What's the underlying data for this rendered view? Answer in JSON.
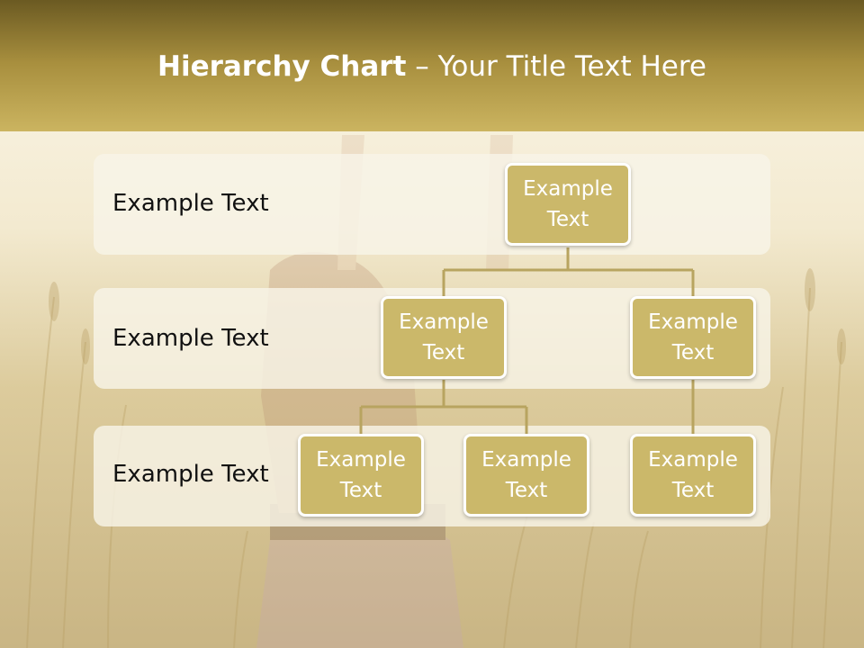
{
  "title": {
    "bold": "Hierarchy Chart",
    "rest": " – Your Title Text Here"
  },
  "colors": {
    "header_dark": "#6b5a22",
    "header_light": "#cbb460",
    "node_fill": "#cbb86a",
    "connector": "#b8a460",
    "band": "#f8f4e8"
  },
  "rows": [
    {
      "label": "Example Text"
    },
    {
      "label": "Example Text"
    },
    {
      "label": "Example Text"
    }
  ],
  "nodes": {
    "root": "Example Text",
    "level2_left": "Example Text",
    "level2_right": "Example Text",
    "level3_a": "Example Text",
    "level3_b": "Example Text",
    "level3_c": "Example Text"
  }
}
